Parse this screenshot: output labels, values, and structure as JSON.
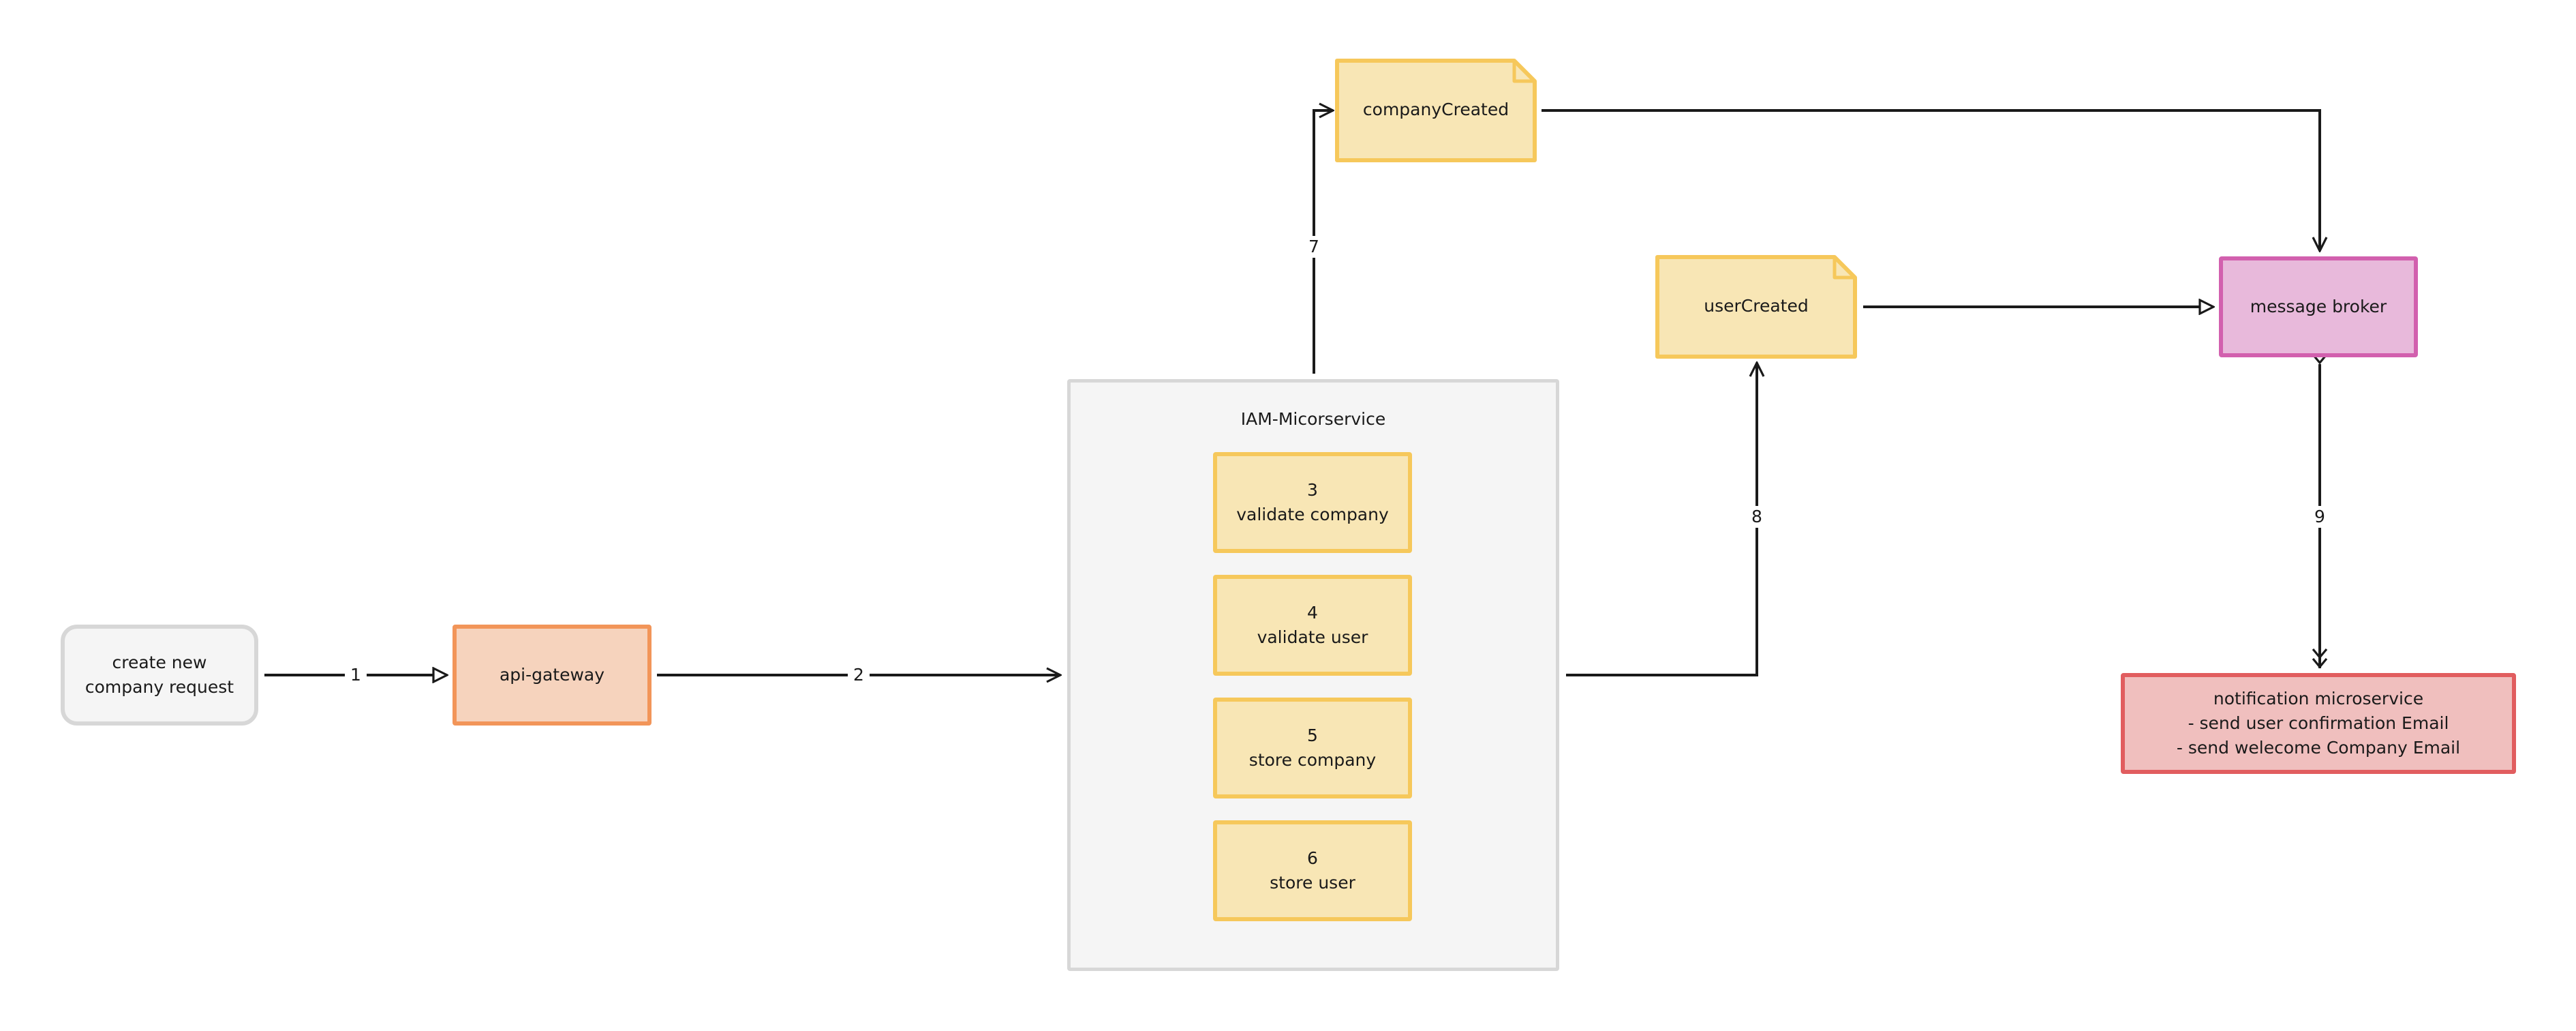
{
  "diagram": {
    "nodes": {
      "request": {
        "lines": [
          "create new",
          "company request"
        ]
      },
      "gateway": {
        "label": "api-gateway"
      },
      "iam": {
        "title": "IAM-Micorservice",
        "steps": [
          {
            "number": "3",
            "label": "validate company"
          },
          {
            "number": "4",
            "label": "validate user"
          },
          {
            "number": "5",
            "label": "store company"
          },
          {
            "number": "6",
            "label": "store user"
          }
        ]
      },
      "company_created": {
        "label": "companyCreated"
      },
      "user_created": {
        "label": "userCreated"
      },
      "broker": {
        "label": "message broker"
      },
      "notification": {
        "lines": [
          "notification microservice",
          "- send user confirmation Email",
          "- send welecome Company Email"
        ]
      }
    },
    "edges": [
      {
        "label": "1"
      },
      {
        "label": "2"
      },
      {
        "label": "7"
      },
      {
        "label": "8"
      },
      {
        "label": "9"
      }
    ],
    "colors": {
      "event_fill": "#f8e6b5",
      "event_border": "#f6c85b",
      "line": "#1a1a1a"
    }
  }
}
